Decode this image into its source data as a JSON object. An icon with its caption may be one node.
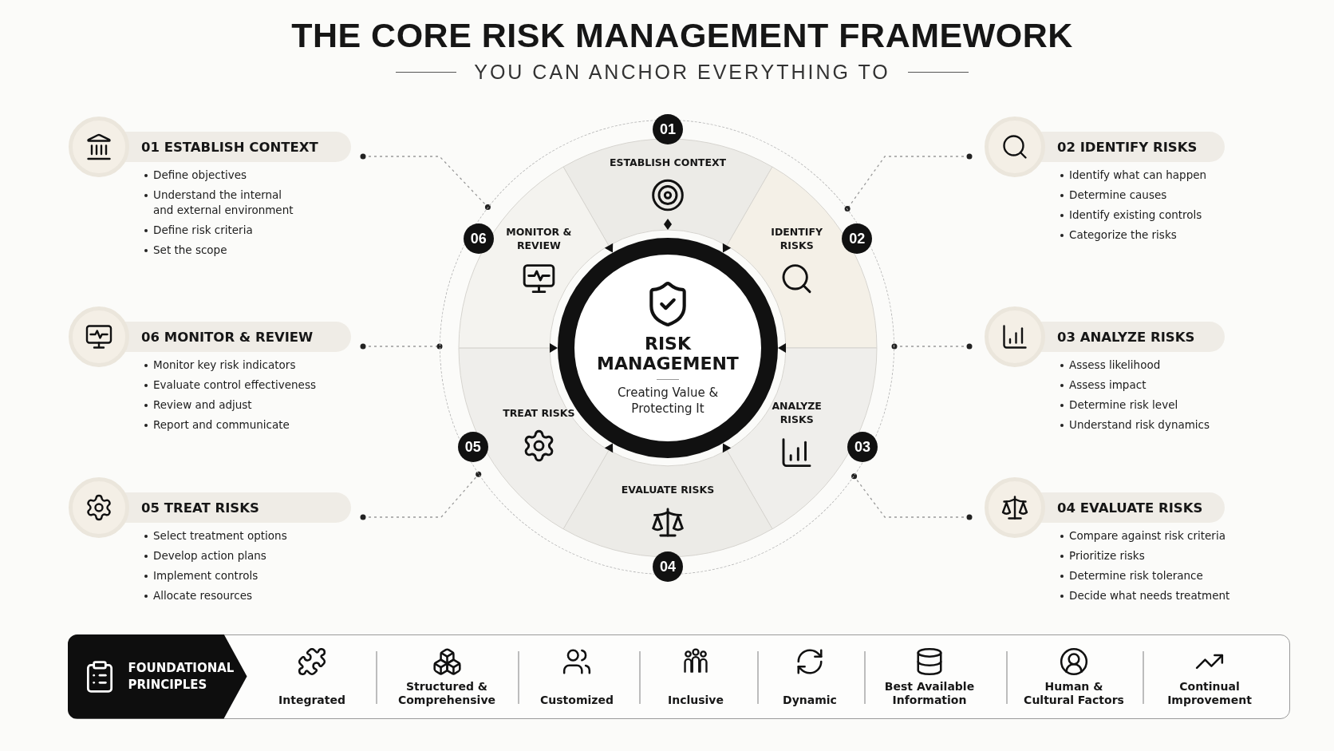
{
  "diagram": {
    "title": "THE CORE RISK MANAGEMENT FRAMEWORK",
    "labels": [
      "YOU CAN ANCHOR EVERYTHING TO"
    ],
    "nodes": [
      {
        "text": [],
        "shape": "circle"
      },
      {
        "text": [
          "RISK MANAGEMENT",
          "Creating Value & Protecting It"
        ],
        "in": 0
      },
      {
        "text": [
          "ESTABLISH CONTEXT"
        ],
        "beside": [
          "01"
        ],
        "in": 0
      },
      {
        "text": [
          "IDENTIFY RISKS"
        ],
        "beside": [
          "02"
        ],
        "in": 0
      },
      {
        "text": [
          "ANALYZE RISKS"
        ],
        "beside": [
          "03"
        ],
        "in": 0
      },
      {
        "text": [
          "EVALUATE RISKS"
        ],
        "beside": [
          "04"
        ],
        "in": 0
      },
      {
        "text": [
          "TREAT RISKS"
        ],
        "beside": [
          "05"
        ],
        "in": 0
      },
      {
        "text": [
          "MONITOR & REVIEW"
        ],
        "beside": [
          "06"
        ],
        "in": 0
      },
      {
        "text": [
          "01 ESTABLISH CONTEXT",
          "Define objectives",
          "Understand the internal and external environment",
          "Define risk criteria",
          "Set the scope"
        ]
      },
      {
        "text": [
          "02 IDENTIFY RISKS",
          "Identify what can happen",
          "Determine causes",
          "Identify existing controls",
          "Categorize the risks"
        ]
      },
      {
        "text": [
          "06 MONITOR & REVIEW",
          "Monitor key risk indicators",
          "Evaluate control effectiveness",
          "Review and adjust",
          "Report and communicate"
        ]
      },
      {
        "text": [
          "03 ANALYZE RISKS",
          "Assess likelihood",
          "Assess impact",
          "Determine risk level",
          "Understand risk dynamics"
        ]
      },
      {
        "text": [
          "05 TREAT RISKS",
          "Select treatment options",
          "Develop action plans",
          "Implement controls",
          "Allocate resources"
        ]
      },
      {
        "text": [
          "04 EVALUATE RISKS",
          "Compare against risk criteria",
          "Prioritize risks",
          "Determine risk tolerance",
          "Decide what needs treatment"
        ]
      },
      {
        "text": [],
        "shape": "box"
      },
      {
        "text": [
          "FOUNDATIONAL PRINCIPLES"
        ],
        "in": 14
      },
      {
        "text": [
          "Integrated"
        ],
        "in": 14
      },
      {
        "text": [
          "Structured & Comprehensive"
        ],
        "in": 14
      },
      {
        "text": [
          "Customized"
        ],
        "in": 14
      },
      {
        "text": [
          "Inclusive"
        ],
        "in": 14
      },
      {
        "text": [
          "Dynamic"
        ],
        "in": 14
      },
      {
        "text": [
          "Best Available Information"
        ],
        "in": 14
      },
      {
        "text": [
          "Human & Cultural Factors"
        ],
        "in": 14
      },
      {
        "text": [
          "Continual Improvement"
        ],
        "in": 14
      }
    ],
    "edges": [
      {
        "from": 8,
        "to": 0,
        "arrow": "other",
        "style": "dashed"
      },
      {
        "from": 9,
        "to": 0,
        "arrow": "other",
        "style": "dashed"
      },
      {
        "from": 10,
        "to": 0,
        "arrow": "other",
        "style": "dashed"
      },
      {
        "from": 11,
        "to": 0,
        "arrow": "other",
        "style": "dashed"
      },
      {
        "from": 12,
        "to": 0,
        "arrow": "other",
        "style": "dashed"
      },
      {
        "from": 13,
        "to": 0,
        "arrow": "other",
        "style": "dashed"
      }
    ]
  }
}
